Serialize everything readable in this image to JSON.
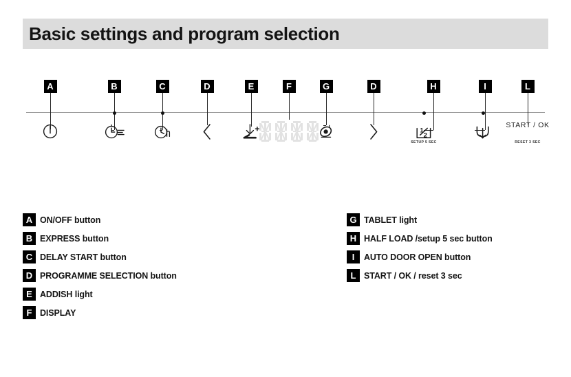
{
  "header": {
    "title": "Basic settings and program selection"
  },
  "panel": {
    "controls": [
      {
        "badge": "A",
        "icon": "power-icon",
        "icon_kind": "power",
        "led": false,
        "sub": "",
        "word": ""
      },
      {
        "badge": "B",
        "icon": "express-clock-icon",
        "icon_kind": "express",
        "led": true,
        "sub": "",
        "word": ""
      },
      {
        "badge": "C",
        "icon": "delay-start-clock-icon",
        "icon_kind": "delay",
        "led": true,
        "sub": "",
        "word": ""
      },
      {
        "badge": "D",
        "icon": "chevron-left-icon",
        "icon_kind": "chev-left",
        "led": false,
        "sub": "",
        "word": ""
      },
      {
        "badge": "E",
        "icon": "add-dish-icon",
        "icon_kind": "adddish",
        "led": false,
        "sub": "",
        "word": ""
      },
      {
        "badge": "F",
        "icon": "display-icon",
        "icon_kind": "display",
        "led": false,
        "sub": "",
        "word": ""
      },
      {
        "badge": "G",
        "icon": "tablet-icon",
        "icon_kind": "tablet",
        "led": false,
        "sub": "",
        "word": ""
      },
      {
        "badge": "D",
        "icon": "chevron-right-icon",
        "icon_kind": "chev-right",
        "led": false,
        "sub": "",
        "word": ""
      },
      {
        "badge": "H",
        "icon": "half-load-icon",
        "icon_kind": "halfload",
        "led": true,
        "sub": "SETUP 5 SEC",
        "word": ""
      },
      {
        "badge": "I",
        "icon": "auto-door-open-icon",
        "icon_kind": "autodoor",
        "led": true,
        "sub": "",
        "word": ""
      },
      {
        "badge": "L",
        "icon": "start-ok-label",
        "icon_kind": "word",
        "led": false,
        "sub": "RESET 3 SEC",
        "word": "START / OK"
      }
    ],
    "display_characters": 4
  },
  "legend": {
    "left": [
      {
        "badge": "A",
        "label": "ON/OFF button"
      },
      {
        "badge": "B",
        "label": "EXPRESS button"
      },
      {
        "badge": "C",
        "label": "DELAY START button"
      },
      {
        "badge": "D",
        "label": "PROGRAMME SELECTION button"
      },
      {
        "badge": "E",
        "label": "ADDISH light"
      },
      {
        "badge": "F",
        "label": "DISPLAY"
      }
    ],
    "right": [
      {
        "badge": "G",
        "label": "TABLET light"
      },
      {
        "badge": "H",
        "label": "HALF LOAD /setup 5 sec button"
      },
      {
        "badge": "I",
        "label": "AUTO DOOR OPEN button"
      },
      {
        "badge": "L",
        "label": "START / OK / reset 3 sec"
      }
    ]
  },
  "colors": {
    "title_bar": "#dcdcdc",
    "ink": "#141414",
    "badge_bg": "#000000",
    "badge_fg": "#ffffff",
    "rule": "#9a9a9a",
    "segment_off": "#e2e2e2"
  }
}
